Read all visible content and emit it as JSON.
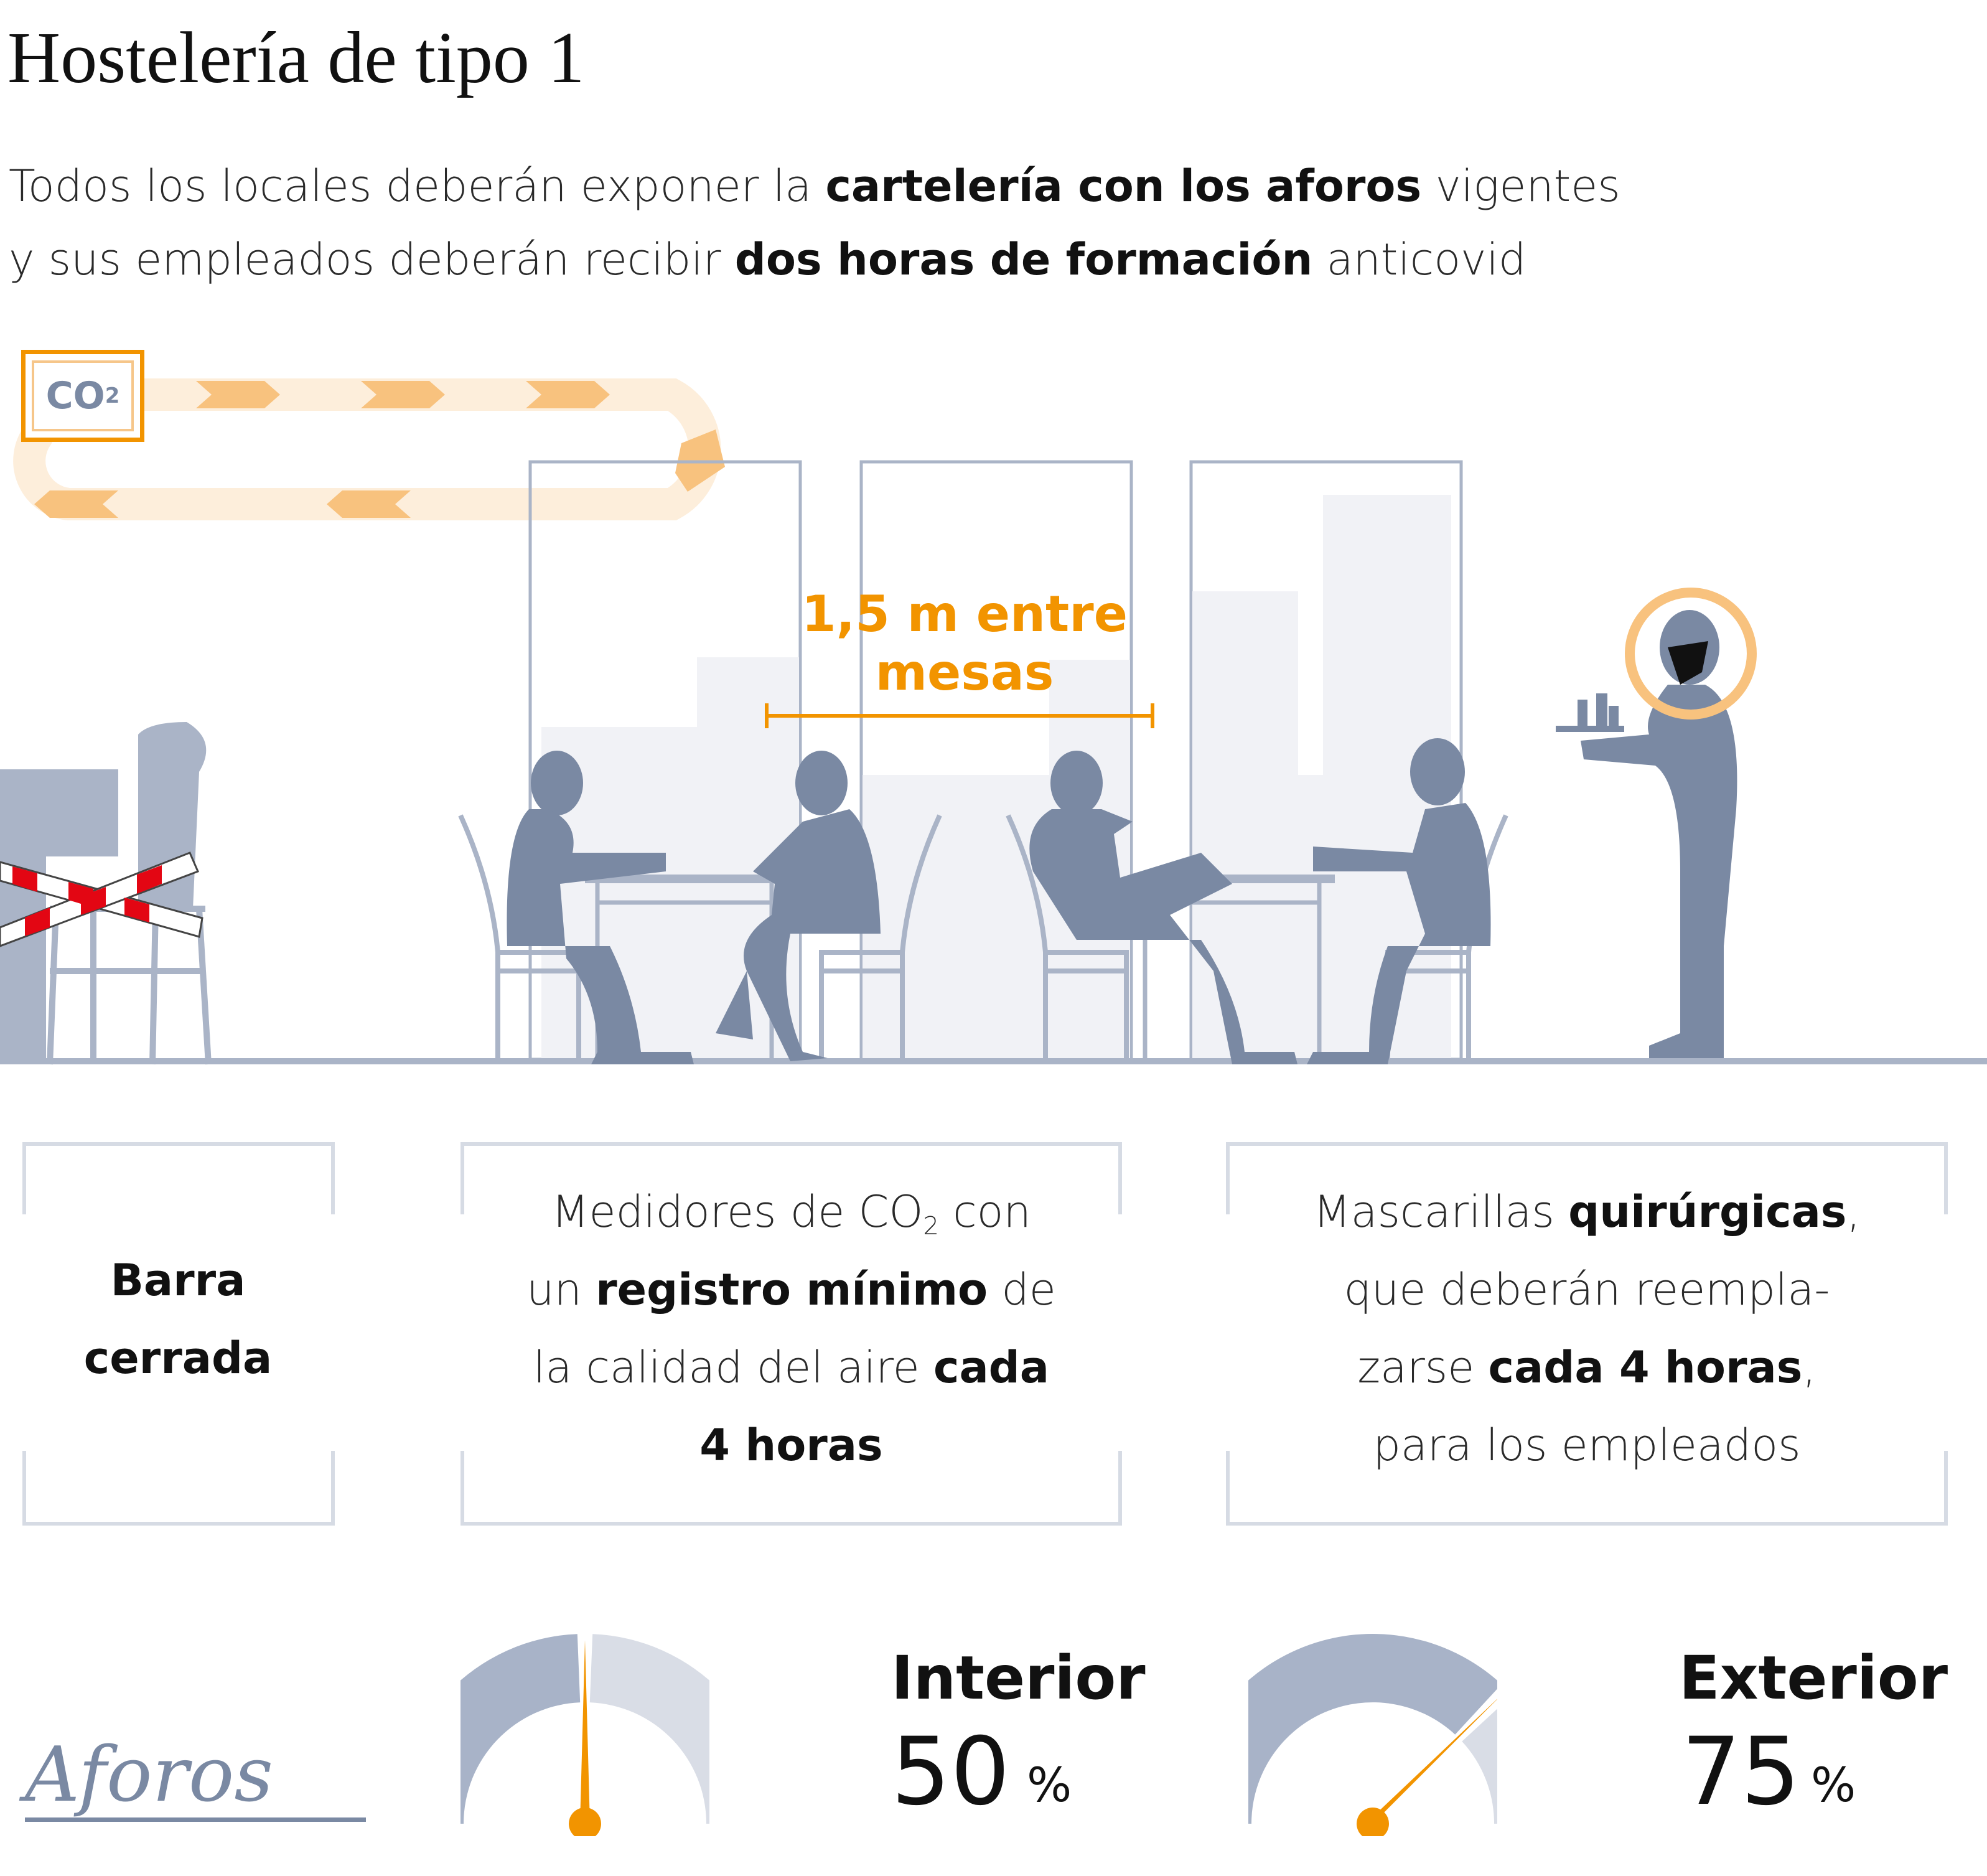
{
  "title": "Hostelería de tipo 1",
  "intro": {
    "l1_a": "Todos los locales deberán exponer la ",
    "l1_b": "cartelería con los aforos",
    "l1_c": " vigentes",
    "l2_a": "y sus empleados deberán recibir ",
    "l2_b": "dos horas de formación",
    "l2_c": " anticovid"
  },
  "co2_badge": {
    "text": "CO",
    "sub": "2"
  },
  "distance_label": {
    "line1": "1,5 m entre",
    "line2": "mesas"
  },
  "boxes": {
    "bar": {
      "line1": "Barra",
      "line2": "cerrada"
    },
    "co2": {
      "l1_a": "Medidores de CO",
      "l1_sub": "2",
      "l1_b": " con",
      "l2_a": "un ",
      "l2_b": "registro mínimo",
      "l2_c": " de",
      "l3_a": "la calidad del aire ",
      "l3_b": "cada",
      "l4_b": "4 horas"
    },
    "masks": {
      "l1_a": "Mascarillas ",
      "l1_b": "quirúrgicas",
      "l1_c": ",",
      "l2_a": "que deberán reempla-",
      "l3_a": "zarse ",
      "l3_b": "cada 4 horas",
      "l3_c": ",",
      "l4_a": "para los empleados"
    }
  },
  "gauges": [
    {
      "label": "Interior",
      "value": "50",
      "unit": "%",
      "fraction": 0.5
    },
    {
      "label": "Exterior",
      "value": "75",
      "unit": "%",
      "fraction": 0.75
    }
  ],
  "logo": "Aforos",
  "colors": {
    "accent": "#f29400",
    "silhouette": "#7a89a3",
    "gauge_filled": "#a8b3c8",
    "gauge_empty": "#d9dde6",
    "box_border": "#d6dbe4"
  }
}
